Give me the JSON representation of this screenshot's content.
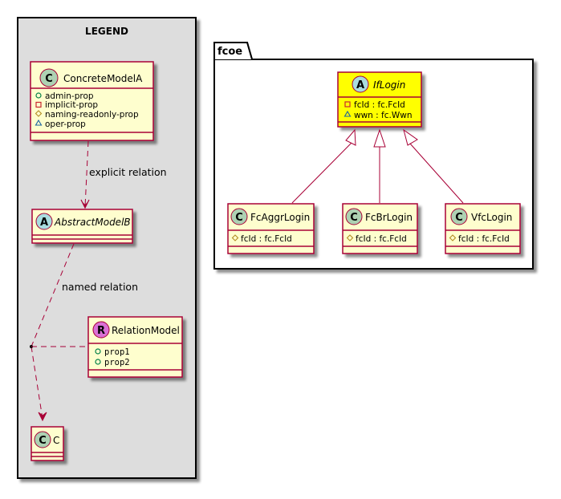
{
  "colors": {
    "class_fill": "#FEFECE",
    "class_border": "#A80036",
    "highlight_fill": "#FFFF00",
    "legend_bg": "#DDDDDD",
    "circle_class": "#ADD1B2",
    "circle_abstract": "#A9DCDF",
    "circle_relation": "#DA70D6",
    "vis_public": "#038048",
    "vis_private": "#C82930",
    "vis_protected": "#B38D22",
    "vis_package": "#1963A0"
  },
  "legend": {
    "title": "LEGEND",
    "classes": {
      "concrete": {
        "name": "ConcreteModelA",
        "stereotype": "C",
        "attributes": [
          {
            "visibility": "public",
            "text": "admin-prop"
          },
          {
            "visibility": "private",
            "text": "implicit-prop"
          },
          {
            "visibility": "protected",
            "text": "naming-readonly-prop"
          },
          {
            "visibility": "package",
            "text": "oper-prop"
          }
        ]
      },
      "abstract": {
        "name": "AbstractModelB",
        "stereotype": "A",
        "attributes": []
      },
      "relation": {
        "name": "RelationModel",
        "stereotype": "R",
        "attributes": [
          {
            "visibility": "public",
            "text": "prop1"
          },
          {
            "visibility": "public",
            "text": "prop2"
          }
        ]
      },
      "c": {
        "name": "C",
        "stereotype": "C",
        "attributes": []
      }
    },
    "relations": {
      "explicit": "explicit relation",
      "named": "named relation"
    }
  },
  "package": {
    "name": "fcoe",
    "classes": {
      "iflogin": {
        "name": "IfLogin",
        "stereotype": "A",
        "attributes": [
          {
            "visibility": "private",
            "text": "fcId : fc.FcId"
          },
          {
            "visibility": "package",
            "text": "wwn : fc.Wwn"
          }
        ]
      },
      "fcaggr": {
        "name": "FcAggrLogin",
        "stereotype": "C",
        "attributes": [
          {
            "visibility": "protected",
            "text": "fcId : fc.FcId"
          }
        ]
      },
      "fcbr": {
        "name": "FcBrLogin",
        "stereotype": "C",
        "attributes": [
          {
            "visibility": "protected",
            "text": "fcId : fc.FcId"
          }
        ]
      },
      "vfc": {
        "name": "VfcLogin",
        "stereotype": "C",
        "attributes": [
          {
            "visibility": "protected",
            "text": "fcId : fc.FcId"
          }
        ]
      }
    }
  }
}
